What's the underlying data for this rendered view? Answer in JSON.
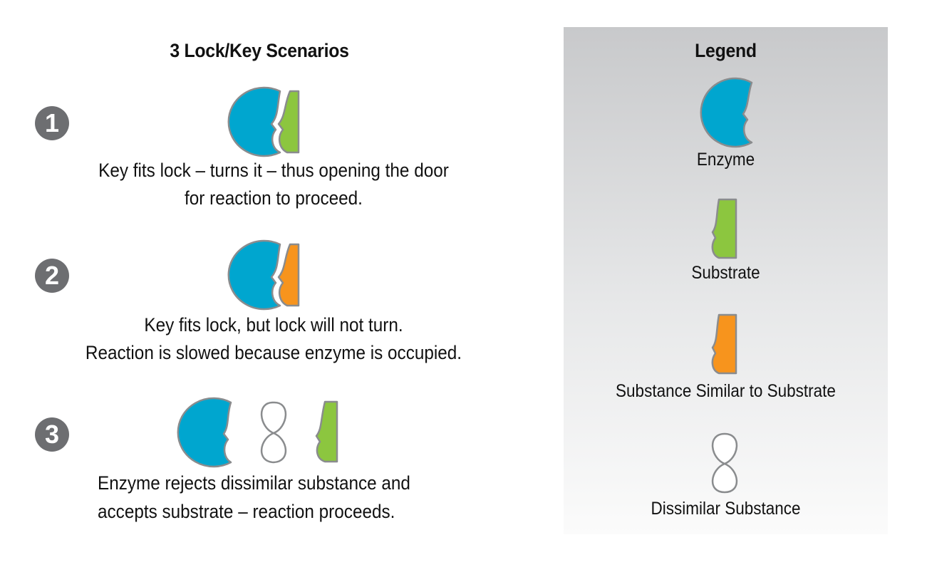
{
  "scenarios": {
    "title": "3 Lock/Key Scenarios",
    "items": [
      {
        "number": "1",
        "line1": "Key fits lock – turns it – thus opening the door",
        "line2": "for reaction to proceed."
      },
      {
        "number": "2",
        "line1": "Key fits lock, but lock will not turn.",
        "line2": "Reaction is slowed because enzyme is occupied."
      },
      {
        "number": "3",
        "line1": "Enzyme rejects dissimilar substance and",
        "line2": "accepts substrate – reaction proceeds."
      }
    ]
  },
  "legend": {
    "title": "Legend",
    "items": [
      {
        "label": "Enzyme"
      },
      {
        "label": "Substrate"
      },
      {
        "label": "Substance Similar to Substrate"
      },
      {
        "label": "Dissimilar Substance"
      }
    ]
  },
  "colors": {
    "enzyme": "#00a6cf",
    "substrate": "#8cc63f",
    "similar_substance": "#f7941d",
    "dissimilar_substance": "#ffffff",
    "outline": "#8a8c8e",
    "number_badge": "#6d6e71"
  }
}
